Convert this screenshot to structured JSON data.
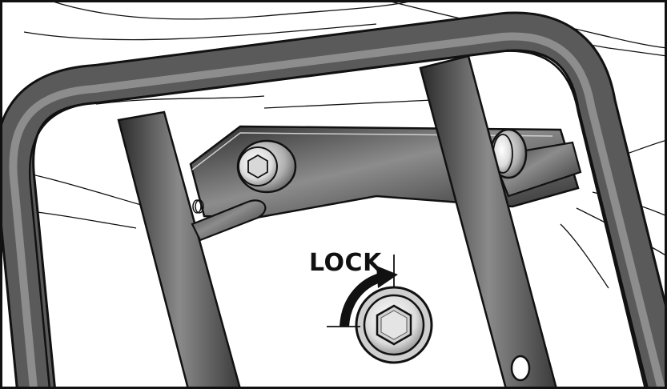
{
  "diagram": {
    "label_text": "LOCK",
    "colors": {
      "ink": "#111111",
      "frame_dark": "#2b2b2b",
      "frame_light": "#7a7a7a",
      "bracket_dark": "#3a3a3a",
      "bracket_light": "#9a9a9a",
      "bolt_face": "#e6e6e6",
      "background": "#ffffff"
    },
    "parts": {
      "rack_frame": "luggage-rack-tube",
      "mounting_bracket": "mounting-bracket-plate",
      "locking_bolt": "hex-socket-lock-bolt",
      "rotation_arrow": "clockwise-rotation-arrow"
    }
  }
}
